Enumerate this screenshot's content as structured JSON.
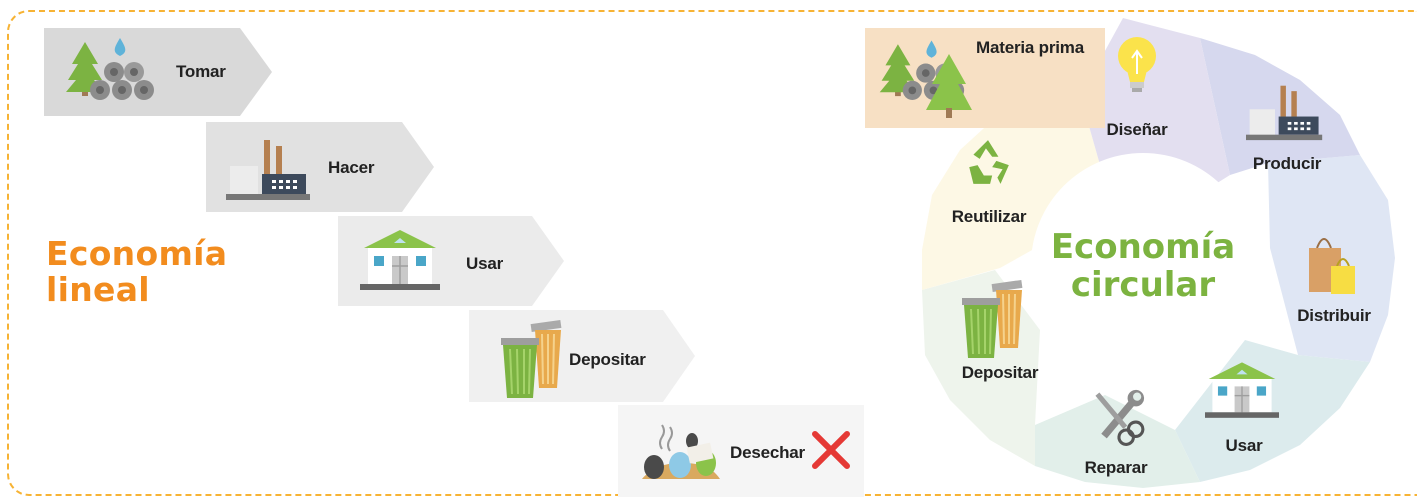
{
  "linear": {
    "title_line1": "Economía",
    "title_line2": "lineal",
    "steps": [
      {
        "label": "Tomar",
        "icon": "raw-materials-icon",
        "color": "#d9d9d9"
      },
      {
        "label": "Hacer",
        "icon": "factory-icon",
        "color": "#e1e1e1"
      },
      {
        "label": "Usar",
        "icon": "house-icon",
        "color": "#ebebeb"
      },
      {
        "label": "Depositar",
        "icon": "trash-bins-icon",
        "color": "#f0f0f0"
      },
      {
        "label": "Desechar",
        "icon": "garbage-pile-icon",
        "color": "#f5f5f5"
      }
    ],
    "reject_icon": "red-x-icon"
  },
  "circular": {
    "title_line1": "Economía",
    "title_line2": "circular",
    "segments": [
      {
        "label": "Materia prima",
        "icon": "raw-materials-icon",
        "color": "#f7e0c4"
      },
      {
        "label": "Diseñar",
        "icon": "lightbulb-icon",
        "color": "#e3dff0"
      },
      {
        "label": "Producir",
        "icon": "factory-icon",
        "color": "#d6d8ee"
      },
      {
        "label": "Distribuir",
        "icon": "shopping-bags-icon",
        "color": "#dfe6f4"
      },
      {
        "label": "Usar",
        "icon": "house-icon",
        "color": "#dcebed"
      },
      {
        "label": "Reparar",
        "icon": "tools-icon",
        "color": "#e2efea"
      },
      {
        "label": "Depositar",
        "icon": "trash-bins-icon",
        "color": "#eef4ec"
      },
      {
        "label": "Reutilizar",
        "icon": "recycle-icon",
        "color": "#fdf8e5"
      }
    ]
  },
  "colors": {
    "orange": "#f28c1e",
    "green": "#7cb340",
    "border": "#f7b334"
  }
}
